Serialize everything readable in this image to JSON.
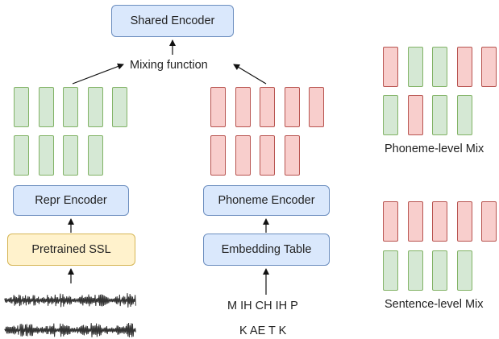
{
  "diagram": {
    "shared_encoder": "Shared Encoder",
    "mixing_function": "Mixing function",
    "repr_encoder": "Repr Encoder",
    "pretrained_ssl": "Pretrained SSL",
    "phoneme_encoder": "Phoneme Encoder",
    "embedding_table": "Embedding Table",
    "phoneme_seq_1": "M IH CH IH P",
    "phoneme_seq_2": "K AE T K",
    "phoneme_level_mix": "Phoneme-level Mix",
    "sentence_level_mix": "Sentence-level Mix"
  },
  "bar_groups": {
    "ssl_row1": [
      "green",
      "green",
      "green",
      "green",
      "green"
    ],
    "ssl_row2": [
      "green",
      "green",
      "green",
      "green"
    ],
    "phoneme_row1": [
      "red",
      "red",
      "red",
      "red",
      "red"
    ],
    "phoneme_row2": [
      "red",
      "red",
      "red",
      "red"
    ],
    "phoneme_mix_row1": [
      "red",
      "green",
      "green",
      "red",
      "red"
    ],
    "phoneme_mix_row2": [
      "green",
      "red",
      "green",
      "green"
    ],
    "sentence_mix_row1": [
      "red",
      "red",
      "red",
      "red",
      "red"
    ],
    "sentence_mix_row2": [
      "green",
      "green",
      "green",
      "green"
    ]
  },
  "colors": {
    "blue_fill": "#dae8fc",
    "yellow_fill": "#fff2cc",
    "green_fill": "#d5e8d4",
    "red_fill": "#f8cecc"
  }
}
